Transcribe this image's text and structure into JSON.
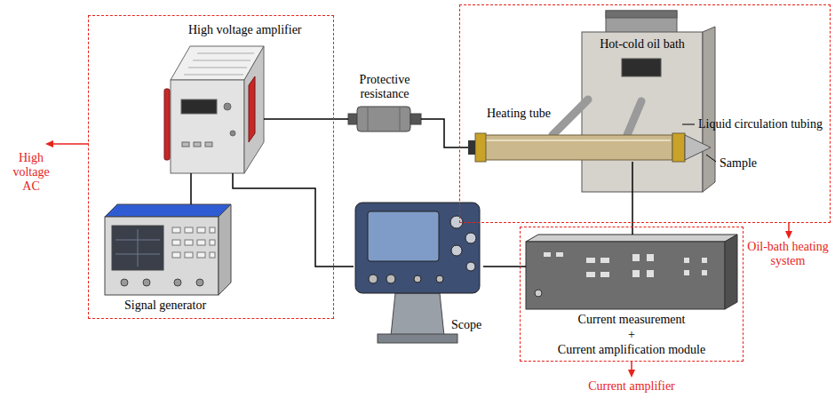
{
  "diagram": {
    "nodes": [
      {
        "text": [
          "High voltage AC"
        ]
      },
      {
        "text": [
          "High voltage amplifier"
        ],
        "in": 0
      },
      {
        "text": [
          "Signal generator"
        ],
        "in": 0
      },
      {
        "text": [
          "Protective resistance"
        ]
      },
      {
        "text": [
          "Oil-bath heating system"
        ]
      },
      {
        "text": [
          "Hot-cold oil bath"
        ],
        "in": 4
      },
      {
        "text": [
          "Heating tube"
        ],
        "in": 4
      },
      {
        "text": [
          "Scope"
        ]
      },
      {
        "text": [
          "Current amplifier"
        ]
      },
      {
        "text": [
          "Current measurement",
          "+",
          "Current amplification module"
        ],
        "in": 8
      }
    ],
    "edges": [
      {
        "from": 1,
        "to": 3,
        "arrow": "none"
      },
      {
        "from": 3,
        "to": 6,
        "arrow": "none"
      },
      {
        "from": 1,
        "to": 2,
        "arrow": "none"
      },
      {
        "from": 1,
        "to": 7,
        "arrow": "none"
      },
      {
        "from": 7,
        "to": 9,
        "arrow": "none"
      },
      {
        "from": 6,
        "to": 9,
        "arrow": "none"
      }
    ],
    "labels": [
      "Liquid circulation tubing",
      "Sample"
    ]
  }
}
